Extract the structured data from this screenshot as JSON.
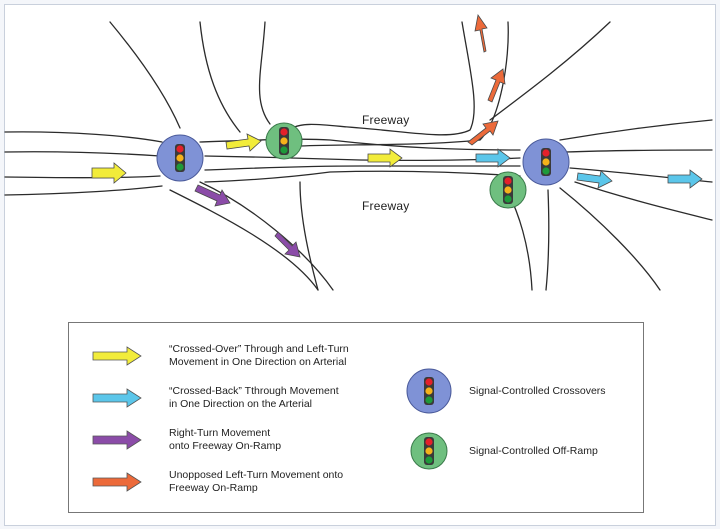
{
  "colors": {
    "crossed_over": "#f2ec3a",
    "crossed_back": "#5bc6ea",
    "right_turn": "#8b4ca8",
    "left_turn": "#ec6a3a",
    "crossover_signal_fill": "#7f92d6",
    "offramp_signal_fill": "#6fbf7f",
    "signal_red": "#e4202a",
    "signal_amber": "#f5b21a",
    "signal_green": "#1e9a3a"
  },
  "diagram": {
    "freeway_label_north": "Freeway",
    "freeway_label_south": "Freeway"
  },
  "legend": {
    "crossed_over": "“Crossed-Over” Through and Left-Turn\nMovement in One Direction on Arterial",
    "crossed_back": "“Crossed-Back” Tthrough Movement\nin One Direction on the Arterial",
    "right_turn": "Right-Turn Movement\nonto Freeway On-Ramp",
    "left_turn": "Unopposed Left-Turn Movement onto\nFreeway On-Ramp",
    "signal_crossovers": "Signal-Controlled Crossovers",
    "signal_offramp": "Signal-Controlled Off-Ramp"
  }
}
